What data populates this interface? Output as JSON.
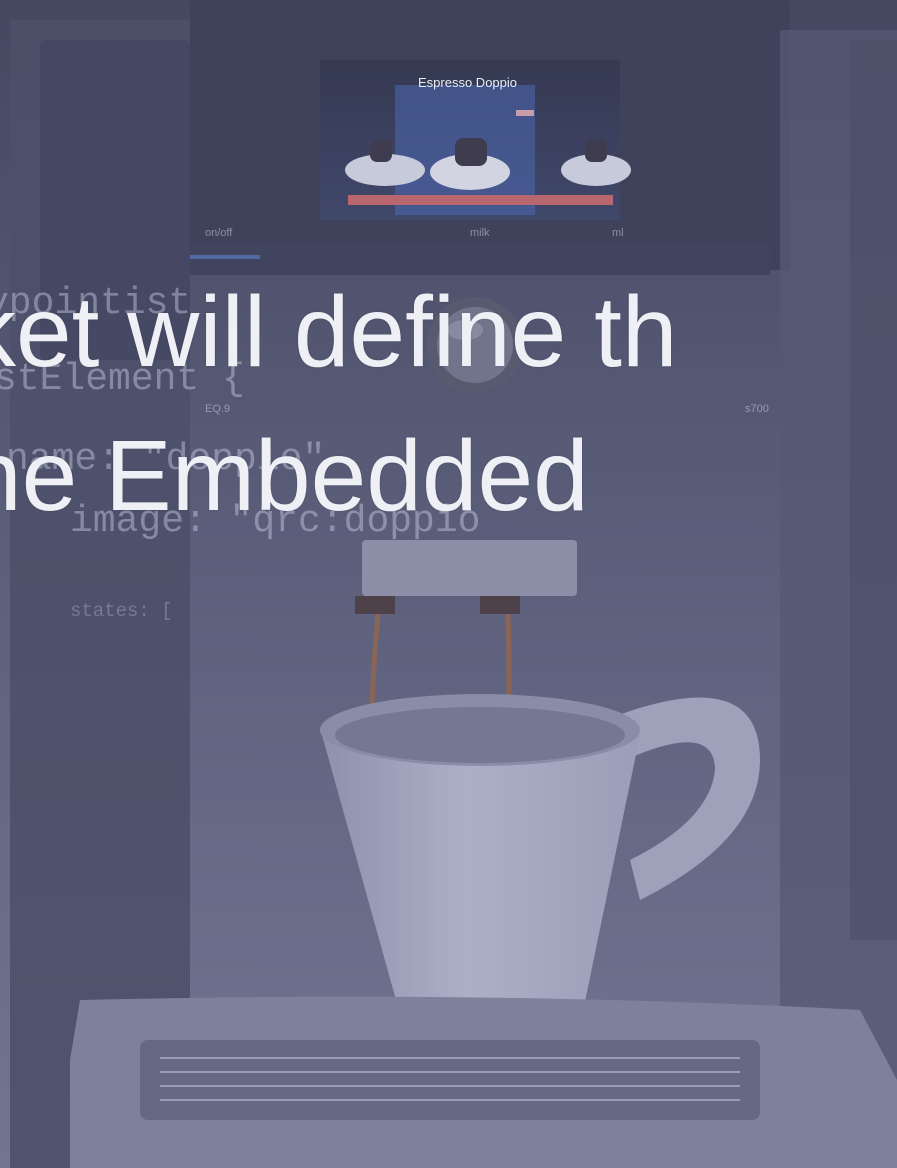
{
  "machine": {
    "display_title": "Espresso Doppio",
    "buttons": [
      "on/off",
      "milk",
      "ml"
    ],
    "model_label": "EQ.9",
    "series_label": "s700"
  },
  "code_snippet": {
    "line1": "ypointist",
    "line2": "stElement {",
    "line3": "name: \"doppio\"",
    "line4": "image: \"qrc:doppio",
    "line5": "states: ["
  },
  "overlay": {
    "line1": "ket will define th",
    "line2": "ne Embedded"
  }
}
